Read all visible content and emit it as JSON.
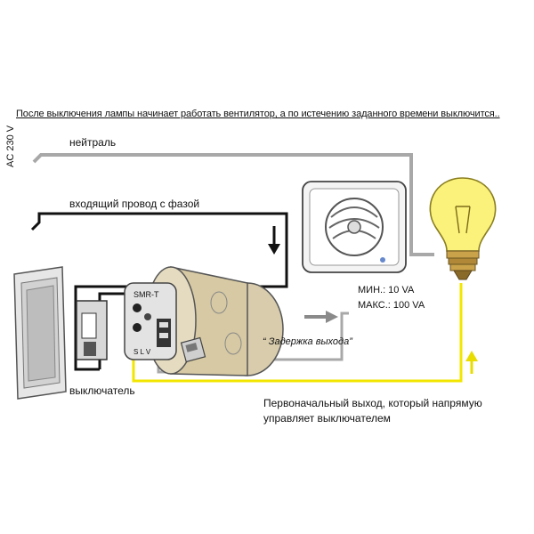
{
  "title": "После выключения лампы начинает работать вентилятор, а по истечению заданного времени выключится..",
  "labels": {
    "ac": "AC 230 V",
    "neutral": "нейтраль",
    "phase_wire": "входящий провод с фазой",
    "switch": "выключатель",
    "fan_min": "МИН.:   10 VA",
    "fan_max": "МАКС.: 100 VA",
    "delay_output": "“ Задержка выхода”",
    "direct_output_line1": "Первоначальный выход, который напрямую",
    "direct_output_line2": "управляет выключателем"
  },
  "module": {
    "name": "SMR-T",
    "terminals": "S L V"
  },
  "colors": {
    "neutral_wire": "#a8a8a8",
    "phase_wire": "#111111",
    "output_wire": "#f2e600",
    "arrow_gray": "#8a8a8a"
  }
}
